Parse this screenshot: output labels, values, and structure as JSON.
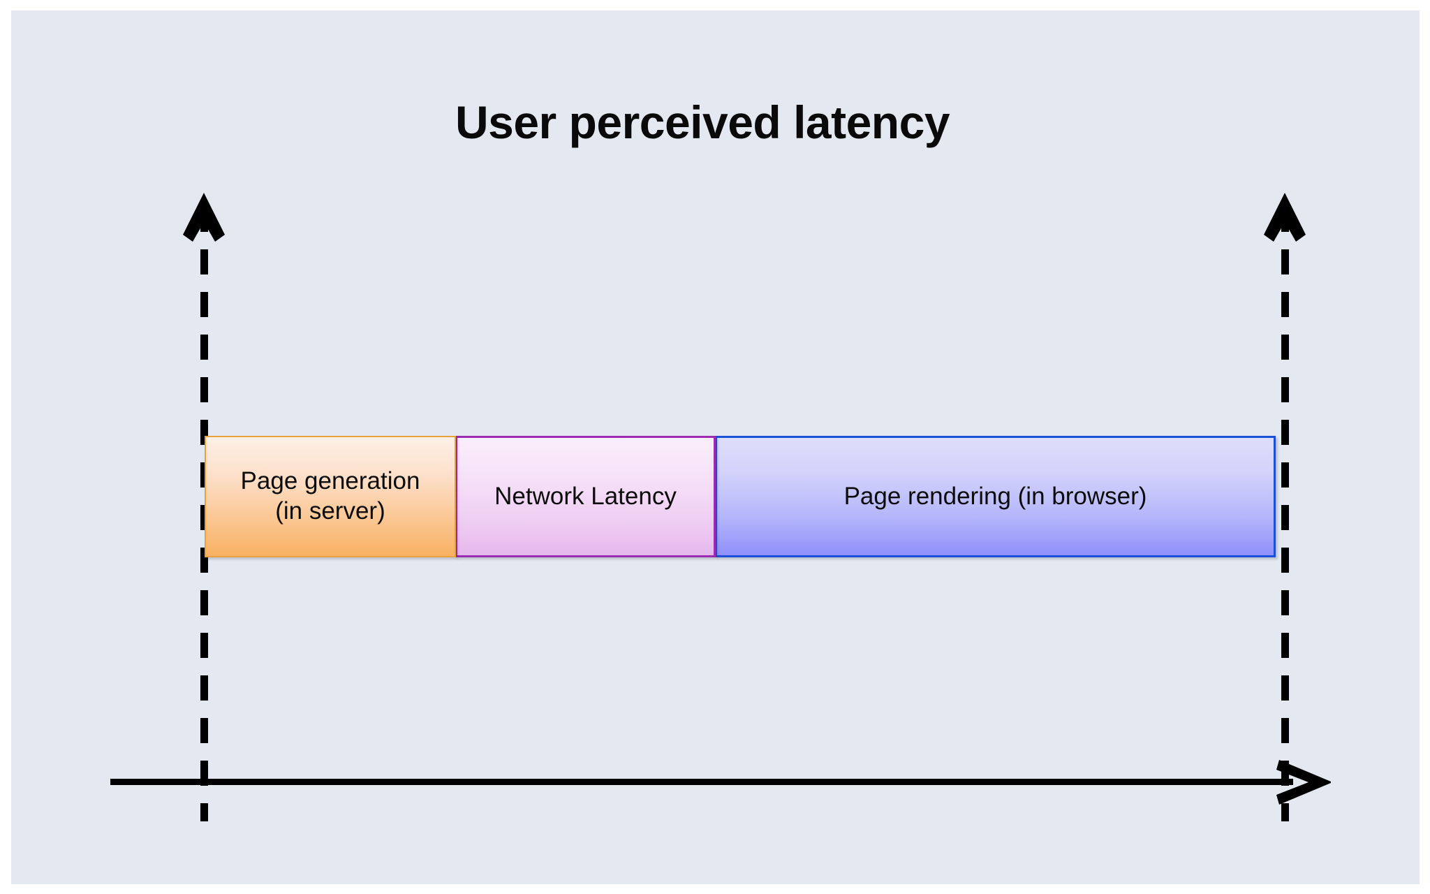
{
  "figure": {
    "title": "User perceived latency",
    "background_color": "#e4e8f0",
    "page_color": "#ffffff"
  },
  "axis": {
    "horizontal_label": "",
    "horizontal_arrow_icon": "right-arrow-icon",
    "start_marker_label": "",
    "end_marker_label": "",
    "start_marker_icon": "up-arrow-icon",
    "end_marker_icon": "up-arrow-icon"
  },
  "chart_data": {
    "type": "bar",
    "orientation": "horizontal-stacked",
    "title": "User perceived latency",
    "xlabel": "",
    "ylabel": "",
    "categories": [
      "Page generation\n(in server)",
      "Network Latency",
      "Page rendering (in browser)"
    ],
    "values": [
      360,
      373,
      803
    ],
    "units": "px (proportional duration)",
    "total": 1536,
    "legend": "none",
    "grid": false,
    "segments": [
      {
        "label": "Page generation\n(in server)",
        "value": 360,
        "fraction_percent": 23,
        "border_color": "#e9a23b",
        "fill_top": "#fdf0e6",
        "fill_bottom": "#f9b163"
      },
      {
        "label": "Network Latency",
        "value": 373,
        "fraction_percent": 24,
        "border_color": "#9c2bb4",
        "fill_top": "#fbeefb",
        "fill_bottom": "#e6b8ec"
      },
      {
        "label": "Page rendering (in browser)",
        "value": 803,
        "fraction_percent": 53,
        "border_color": "#1a4fd8",
        "fill_top": "#dedef9",
        "fill_bottom": "#8f90fb"
      }
    ]
  }
}
